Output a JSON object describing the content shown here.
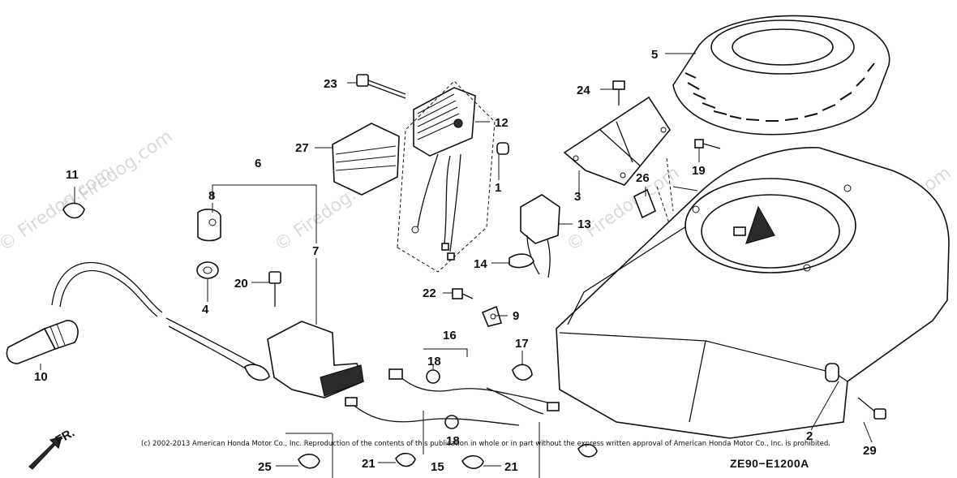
{
  "diagram_code": "ZE90−E1200A",
  "copyright": "(c) 2002-2013 American Honda Motor Co., Inc. Reproduction of the contents of this publication in whole or in part without the express written approval of American Honda Motor Co., Inc. is prohibited.",
  "watermark": "© Firedog.com",
  "direction_label": "FR.",
  "parts": {
    "p1": "1",
    "p2": "2",
    "p3": "3",
    "p4": "4",
    "p5": "5",
    "p6": "6",
    "p7": "7",
    "p8": "8",
    "p9": "9",
    "p10": "10",
    "p11": "11",
    "p12": "12",
    "p13": "13",
    "p14": "14",
    "p15": "15",
    "p16": "16",
    "p17": "17",
    "p18a": "18",
    "p18b": "18",
    "p19": "19",
    "p20": "20",
    "p21a": "21",
    "p21b": "21",
    "p22": "22",
    "p23": "23",
    "p24": "24",
    "p25": "25",
    "p26": "26",
    "p27": "27",
    "p29": "29"
  }
}
